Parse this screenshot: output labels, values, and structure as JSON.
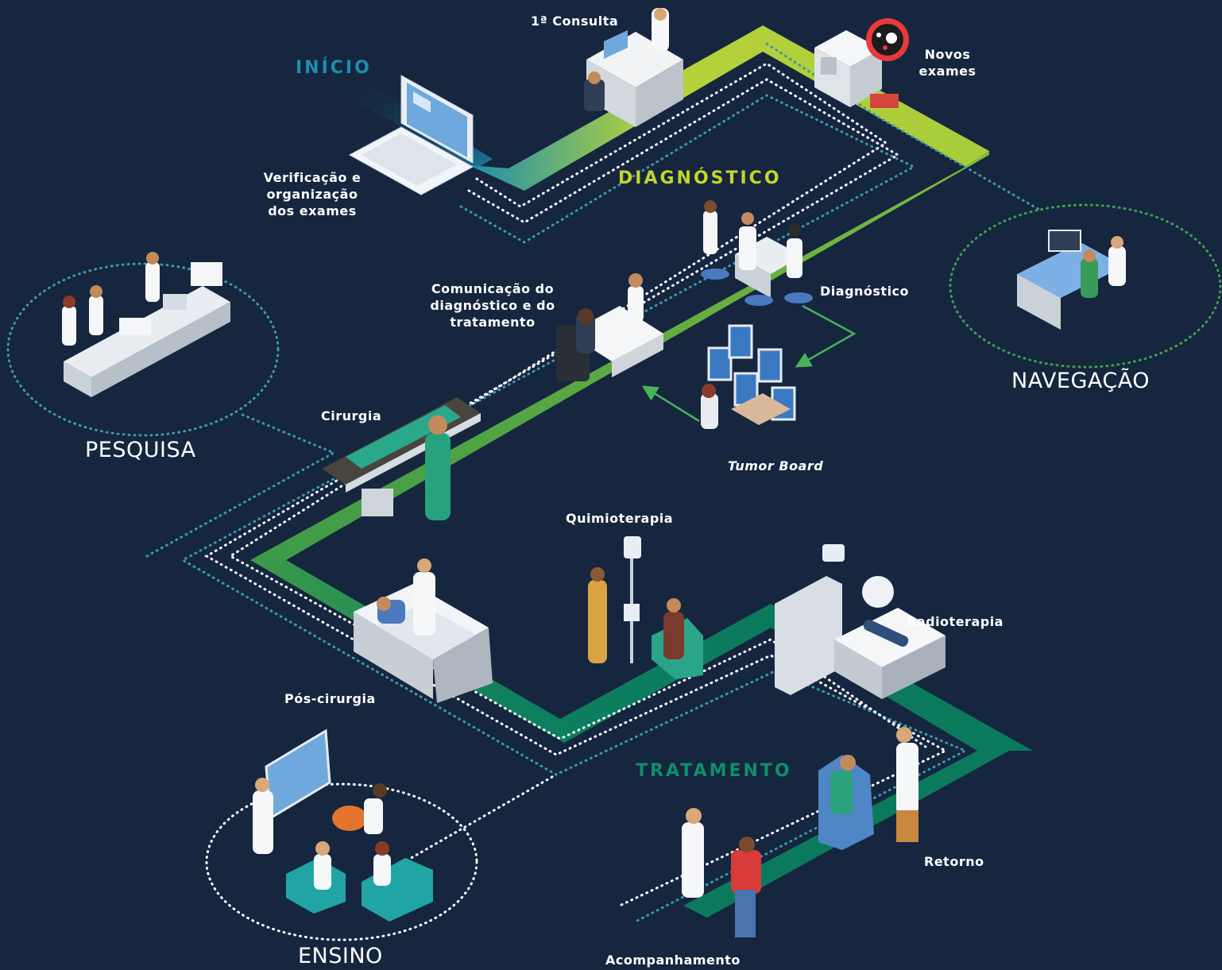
{
  "stages": {
    "inicio": "INÍCIO",
    "diagnostico": "DIAGNÓSTICO",
    "tratamento": "TRATAMENTO"
  },
  "steps": {
    "verificacao": [
      "Verificação e",
      "organização",
      "dos exames"
    ],
    "consulta": "1ª Consulta",
    "novos_exames": [
      "Novos",
      "exames"
    ],
    "comunicacao": [
      "Comunicação do",
      "diagnóstico e do",
      "tratamento"
    ],
    "diagnostico": "Diagnóstico",
    "tumor_board": "Tumor Board",
    "cirurgia": "Cirurgia",
    "quimioterapia": "Quimioterapia",
    "radioterapia": "Radioterapia",
    "pos_cirurgia": "Pós-cirurgia",
    "retorno": "Retorno",
    "acompanhamento": "Acompanhamento"
  },
  "hubs": {
    "pesquisa": "PESQUISA",
    "navegacao": "NAVEGAÇÃO",
    "ensino": "ENSINO"
  },
  "colors": {
    "background": "#16263f",
    "inicio_text": "#1a8fb0",
    "diagnostico_text": "#c5d52a",
    "tratamento_text": "#0d8f6b",
    "path_lime": "#b5cf3a",
    "path_green": "#3fa04c",
    "path_teal": "#0b7a5c",
    "arrow_green": "#46b25a",
    "dotted_teal": "#3b9aa8",
    "dotted_white": "#ffffff"
  }
}
